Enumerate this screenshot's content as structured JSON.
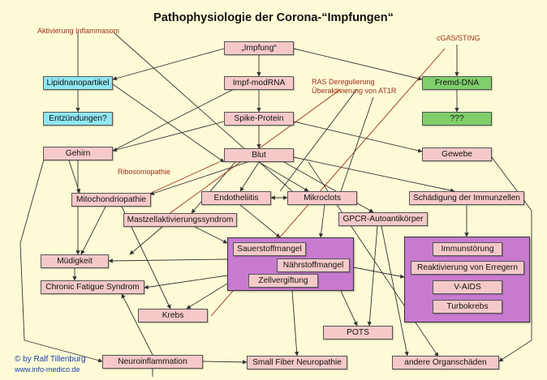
{
  "title": "Pathophysiologie der Corona-“Impfungen“",
  "nodes": {
    "impfung": "„Impfung“",
    "lipid": "Lipidnanopartikel",
    "entz": "Entzündungen?",
    "mrna": "Impf-modRNA",
    "spike": "Spike-Protein",
    "fremd": "Fremd-DNA",
    "qqq": "???",
    "gehirn": "Gehirn",
    "blut": "Blut",
    "gewebe": "Gewebe",
    "mito": "Mitochondriopathie",
    "endo": "Endotheliitis",
    "mikro": "Mikroclots",
    "schaed": "Schädigung der Immunzellen",
    "mast": "Mastzellaktivierungssyndrom",
    "gpcr": "GPCR-Autoantikörper",
    "muede": "Müdigkeit",
    "cfs": "Chronic Fatigue Syndrom",
    "sauer": "Sauerstoffmangel",
    "naehr": "Nährstoffmangel",
    "zell": "Zellvergiftung",
    "immun": "Immunstörung",
    "reakt": "Reaktivierung von Erregern",
    "vaids": "V-AIDS",
    "turbo": "Turbokrebs",
    "krebs": "Krebs",
    "pots": "POTS",
    "neuro": "Neuroinflammation",
    "sfn": "Small Fiber Neuropathie",
    "organ": "andere Organschäden"
  },
  "notes": {
    "inflammasom": "Aktivierung Inflammasom",
    "cgas": "cGAS/STING",
    "ras1": "RAS Deregulierung",
    "ras2": "Überaktivierung von AT1R",
    "ribo": "Ribosomopathie"
  },
  "credit": {
    "line1": "© by Ralf Tillenburg",
    "line2": "www.info-medico.de"
  },
  "colors": {
    "background": "#fdfbd6",
    "node": "#f6c9c9",
    "lipid": "#8fe6f2",
    "dna": "#7fcf6b",
    "group": "#c77ad0",
    "note": "#a0301a",
    "credit": "#1a3fb0"
  }
}
